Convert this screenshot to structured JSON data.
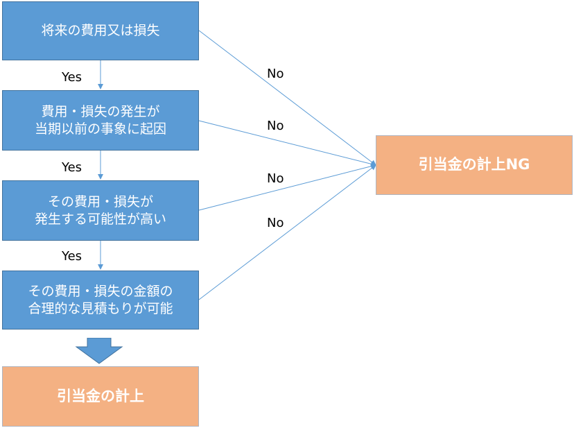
{
  "colors": {
    "step_fill": "#5b9bd5",
    "step_border": "#41719c",
    "result_fill": "#f4b183",
    "connector": "#5b9bd5",
    "text_on_box": "#ffffff"
  },
  "steps": [
    {
      "lines": [
        "将来の費用又は損失"
      ]
    },
    {
      "lines": [
        "費用・損失の発生が",
        "当期以前の事象に起因"
      ]
    },
    {
      "lines": [
        "その費用・損失が",
        "発生する可能性が高い"
      ]
    },
    {
      "lines": [
        "その費用・損失の金額の",
        "合理的な見積もりが可能"
      ]
    }
  ],
  "yes_labels": [
    "Yes",
    "Yes",
    "Yes"
  ],
  "no_labels": [
    "No",
    "No",
    "No",
    "No"
  ],
  "result_ok": {
    "label": "引当金の計上"
  },
  "result_ng": {
    "label": "引当金の計上NG"
  },
  "icons": {
    "down_arrow": "block-down-arrow-icon"
  }
}
